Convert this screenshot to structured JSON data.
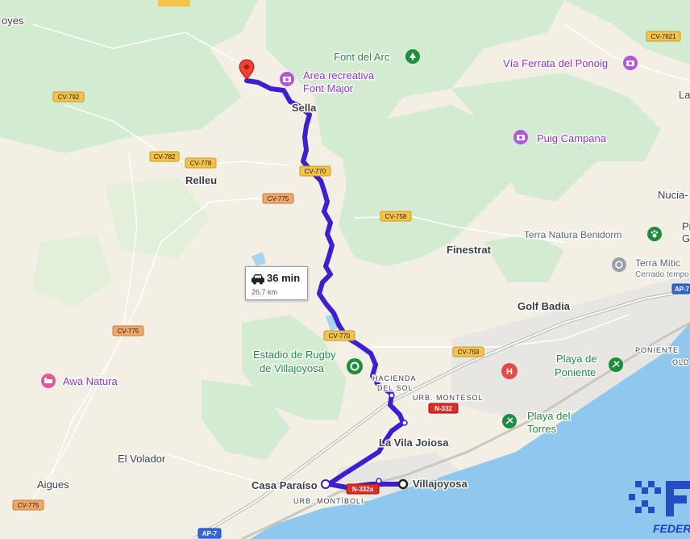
{
  "places": {
    "top_left_partial": "oyes",
    "sella": "Sella",
    "relleu": "Relleu",
    "finestrat": "Finestrat",
    "golf_badia": "Golf Badia",
    "la_vila_joiosa": "La Vila Joiosa",
    "el_volador": "El Volador",
    "aigues": "Aigues",
    "casa_paraiso": "Casa Paraíso",
    "villajoyosa": "Villajoyosa",
    "la_partial": "La",
    "nucia_partial": "Nucia-",
    "p_partial": "Pi",
    "g_partial": "G"
  },
  "areas": {
    "hacienda_line1": "HACIENDA",
    "hacienda_line2": "DEL SOL",
    "urb_montesol": "URB. MONTESOL",
    "urb_montiboli": "URB. MONTÍBOLI",
    "poniente": "PONIENTE",
    "old": "OLD"
  },
  "pois": {
    "font_del_arc": "Font del Arc",
    "area_recreativa_l1": "Área recreativa",
    "area_recreativa_l2": "Font Major",
    "via_ferrata": "Vía Ferrata del Ponoig",
    "puig_campana": "Puig Campana",
    "terra_natura": "Terra Natura Benidorm",
    "terra_mitica": "Terra Mític",
    "cerrado_temp": "Cerrado tempo",
    "estadio_l1": "Estadio de Rugby",
    "estadio_l2": "de Villajoyosa",
    "awa_natura": "Awa Natura",
    "playa_poniente_l1": "Playa de",
    "playa_poniente_l2": "Poniente",
    "playa_torres_l1": "Playa del",
    "playa_torres_l2": "Torres"
  },
  "roads": {
    "cv7621": "CV-7621",
    "cv792": "CV-792",
    "cv782": "CV-782",
    "cv778": "CV-778",
    "cv770_top": "CV-770",
    "cv775_a": "CV-775",
    "cv758": "CV-758",
    "cv775_b": "CV-775",
    "cv770_mid": "CV-770",
    "cv759": "CV-759",
    "n332": "N-332",
    "n332a": "N-332a",
    "cv775_c": "CV-775",
    "ap7_a": "AP-7",
    "ap7_b": "AP-7"
  },
  "route": {
    "duration": "36 min",
    "distance": "26,7 km",
    "color": "#3d1fd1"
  },
  "logo": {
    "text_partial": "FEDER"
  },
  "colors": {
    "land": "#f3efe4",
    "forest": "#cfe9cf",
    "water": "#8fc8ef",
    "route": "#3d1fd1",
    "poi_purple": "#9334c9",
    "poi_green": "#1e8e3e",
    "shield": "#f6c34a"
  }
}
